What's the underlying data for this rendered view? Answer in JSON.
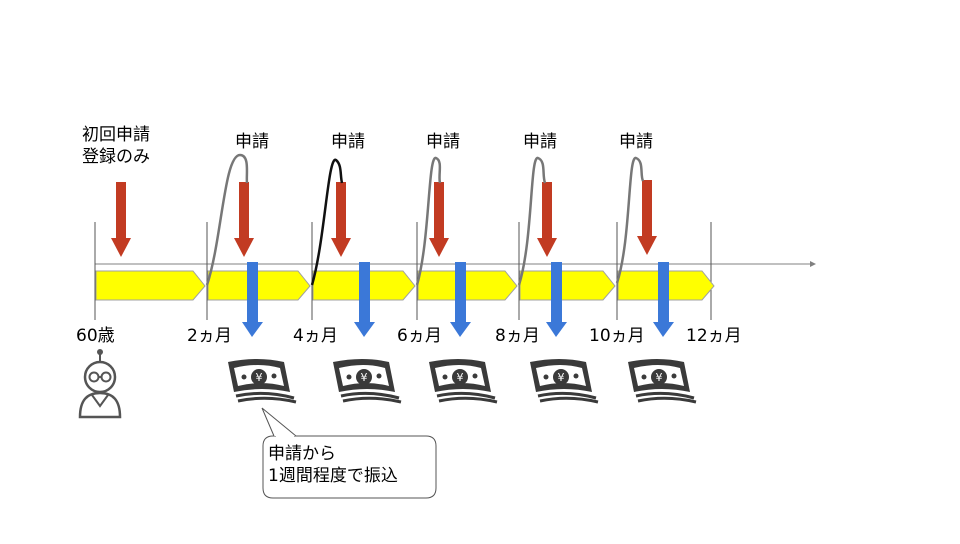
{
  "initial_note": [
    "初回申請",
    "登録のみ"
  ],
  "apply_label": "申請",
  "period_labels": [
    "60歳",
    "2ヵ月",
    "4ヵ月",
    "6ヵ月",
    "8ヵ月",
    "10ヵ月",
    "12ヵ月"
  ],
  "callout": [
    "申請から",
    "1週間程度で振込"
  ],
  "colors": {
    "segment_fill": "#ffff00",
    "segment_stroke": "#a0a0a0",
    "apply_arrow": "#c23b22",
    "payment_arrow": "#3b78d8",
    "axis": "#808080"
  },
  "icons": {
    "person": "elderly-person-icon",
    "money": "yen-banknote-stack-icon"
  }
}
